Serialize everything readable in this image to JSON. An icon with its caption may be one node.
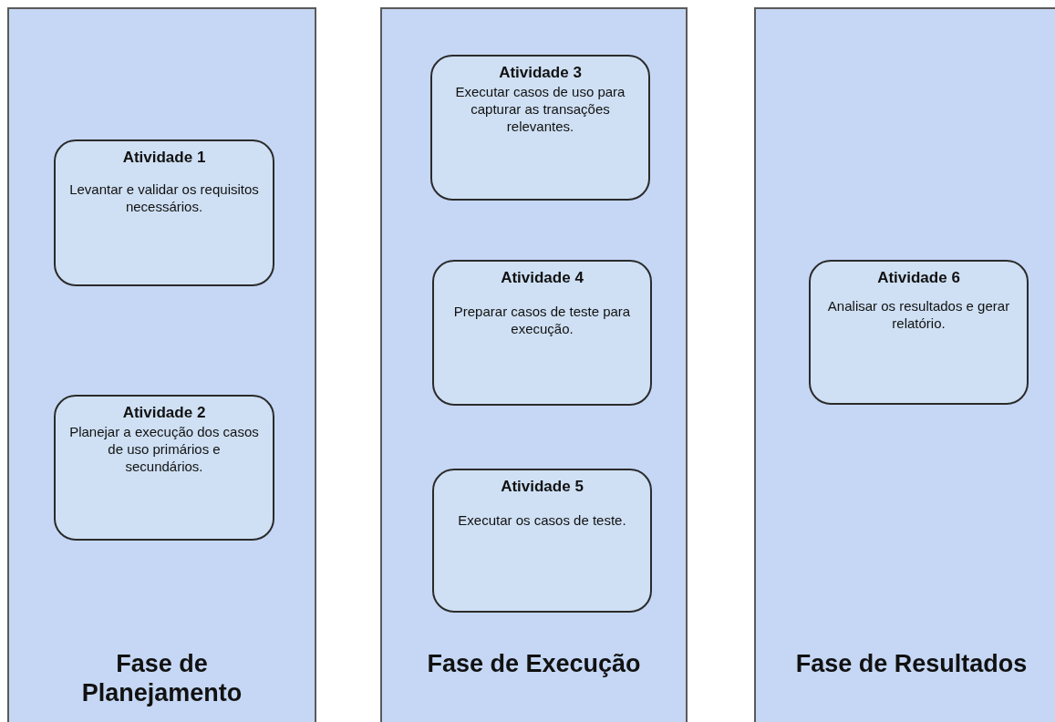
{
  "diagram": {
    "nodes": [
      {
        "text": [
          "Fase de Planejamento"
        ]
      },
      {
        "text": [
          "Atividade 1",
          "Levantar e validar os requisitos necessários."
        ],
        "in": 0
      },
      {
        "text": [
          "Atividade 2",
          "Planejar a execução dos casos de uso primários e secundários."
        ],
        "in": 0
      },
      {
        "text": [
          "Fase de Execução"
        ]
      },
      {
        "text": [
          "Atividade 3",
          "Executar casos de uso para capturar as transações relevantes."
        ],
        "in": 3
      },
      {
        "text": [
          "Atividade 4",
          "Preparar casos de teste para execução."
        ],
        "in": 3
      },
      {
        "text": [
          "Atividade 5",
          "Executar os casos de teste."
        ],
        "in": 3
      },
      {
        "text": [
          "Fase de Resultados"
        ]
      },
      {
        "text": [
          "Atividade 6",
          "Analisar os resultados e gerar relatório."
        ],
        "in": 7
      }
    ]
  }
}
